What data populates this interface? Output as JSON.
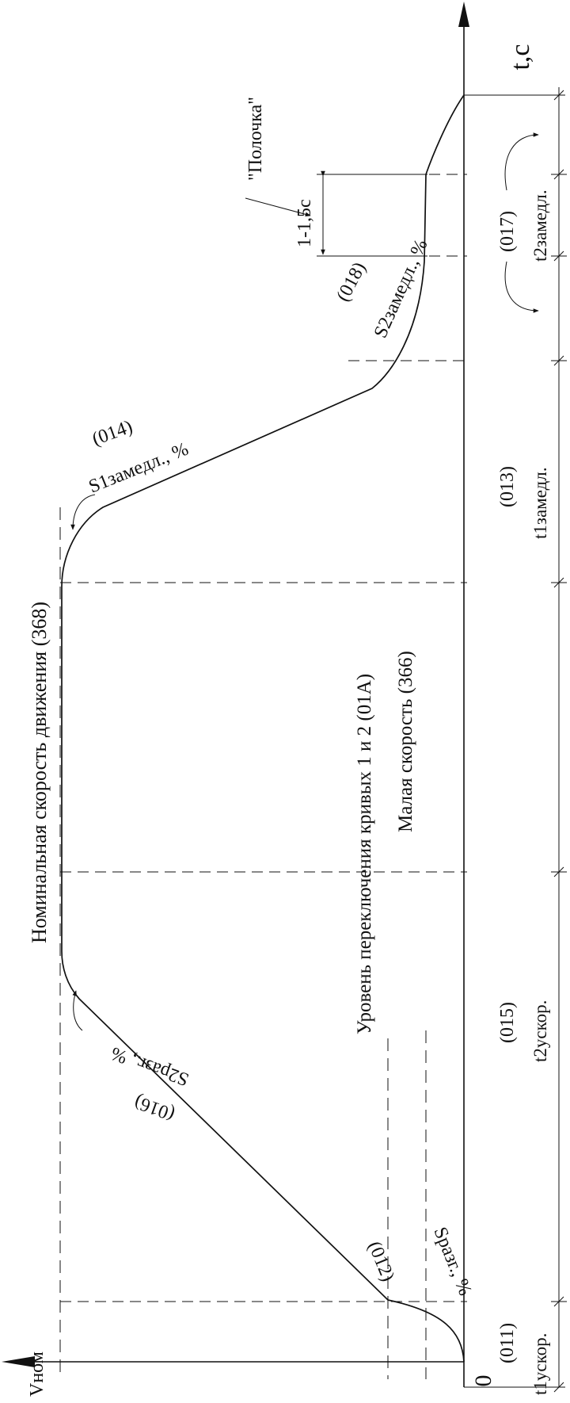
{
  "labels": {
    "axis_time": "t,c",
    "origin": "0",
    "v_nom": "Vном",
    "nominal_speed": "Номинальная скорость движения (368)",
    "switch_level": "Уровень переключения кривых 1 и 2 (01А)",
    "low_speed": "Малая скорость (366)",
    "shelf": "\"Полочка\"",
    "shelf_time": "1-1,5с",
    "p011": "(011)",
    "p012": "(012)",
    "p013": "(013)",
    "p014": "(014)",
    "p015": "(015)",
    "p016": "(016)",
    "p017": "(017)",
    "p018": "(018)",
    "t1_acc": "t1ускор.",
    "t2_acc": "t2ускор.",
    "t1_dec": "t1замедл.",
    "t2_dec": "t2замедл.",
    "s1_acc": "Sразг., %",
    "s2_acc": "S2разг., %",
    "s1_dec": "S1замедл., %",
    "s2_dec": "S2замедл., %"
  },
  "colors": {
    "line": "#111111",
    "background": "#ffffff"
  }
}
